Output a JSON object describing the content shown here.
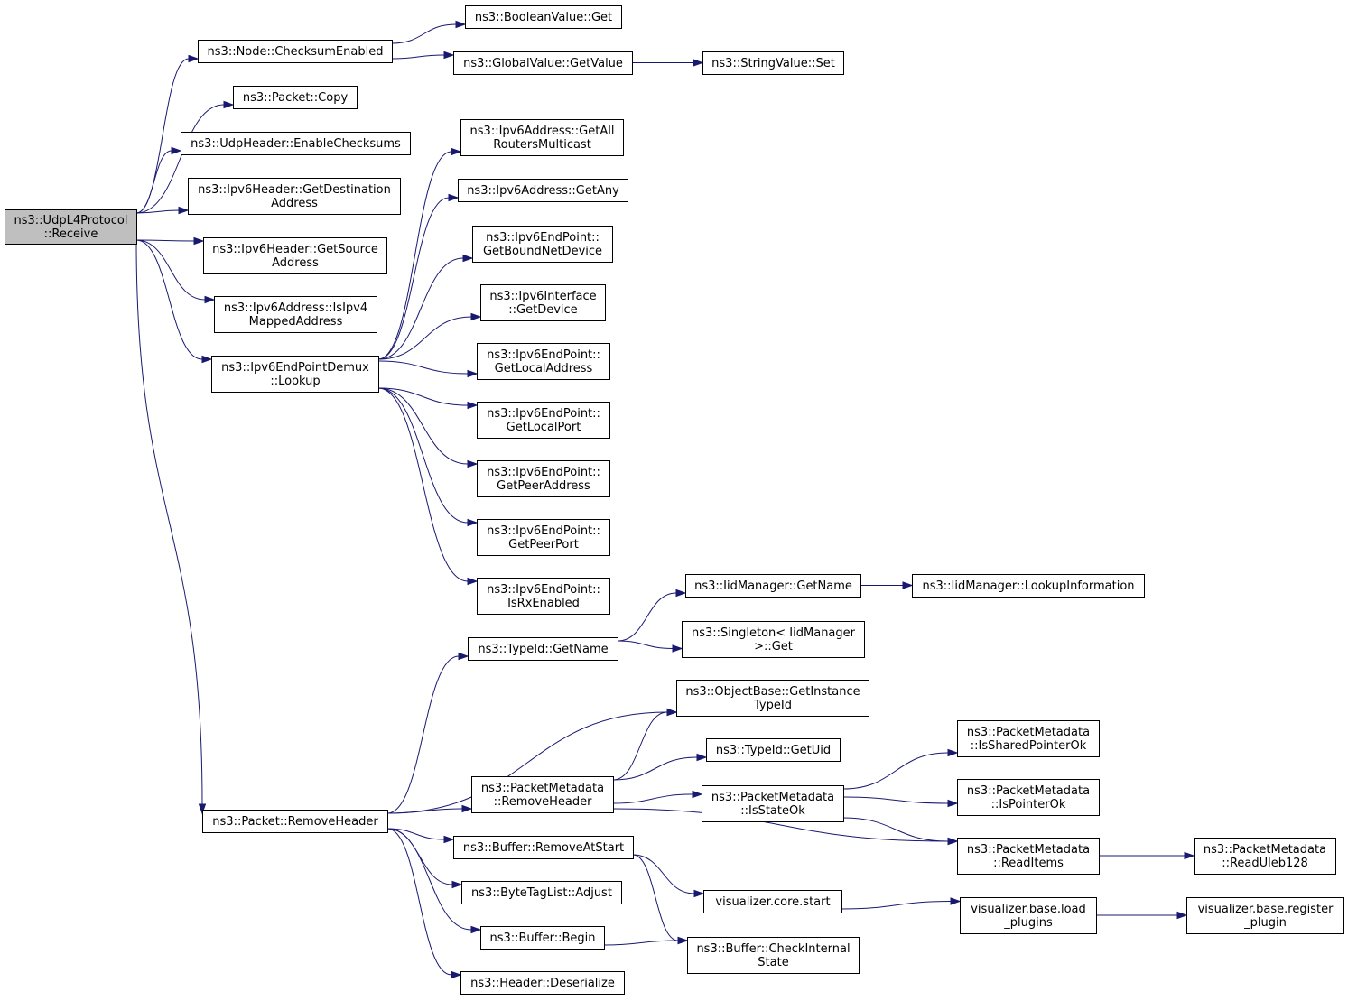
{
  "nodes": [
    {
      "id": "receive",
      "lines": [
        "ns3::UdpL4Protocol",
        "::Receive"
      ],
      "root": true
    },
    {
      "id": "checksumEnabled",
      "lines": [
        "ns3::Node::ChecksumEnabled"
      ]
    },
    {
      "id": "boolGet",
      "lines": [
        "ns3::BooleanValue::Get"
      ]
    },
    {
      "id": "globalGetValue",
      "lines": [
        "ns3::GlobalValue::GetValue"
      ]
    },
    {
      "id": "stringSet",
      "lines": [
        "ns3::StringValue::Set"
      ]
    },
    {
      "id": "packetCopy",
      "lines": [
        "ns3::Packet::Copy"
      ]
    },
    {
      "id": "enableChecksums",
      "lines": [
        "ns3::UdpHeader::EnableChecksums"
      ]
    },
    {
      "id": "getDestAddr",
      "lines": [
        "ns3::Ipv6Header::GetDestination",
        "Address"
      ]
    },
    {
      "id": "getSrcAddr",
      "lines": [
        "ns3::Ipv6Header::GetSource",
        "Address"
      ]
    },
    {
      "id": "isIpv4Mapped",
      "lines": [
        "ns3::Ipv6Address::IsIpv4",
        "MappedAddress"
      ]
    },
    {
      "id": "lookup",
      "lines": [
        "ns3::Ipv6EndPointDemux",
        "::Lookup"
      ]
    },
    {
      "id": "getAllRouters",
      "lines": [
        "ns3::Ipv6Address::GetAll",
        "RoutersMulticast"
      ]
    },
    {
      "id": "getAny",
      "lines": [
        "ns3::Ipv6Address::GetAny"
      ]
    },
    {
      "id": "getBoundNetDevice",
      "lines": [
        "ns3::Ipv6EndPoint::",
        "GetBoundNetDevice"
      ]
    },
    {
      "id": "ifGetDevice",
      "lines": [
        "ns3::Ipv6Interface",
        "::GetDevice"
      ]
    },
    {
      "id": "getLocalAddress",
      "lines": [
        "ns3::Ipv6EndPoint::",
        "GetLocalAddress"
      ]
    },
    {
      "id": "getLocalPort",
      "lines": [
        "ns3::Ipv6EndPoint::",
        "GetLocalPort"
      ]
    },
    {
      "id": "getPeerAddress",
      "lines": [
        "ns3::Ipv6EndPoint::",
        "GetPeerAddress"
      ]
    },
    {
      "id": "getPeerPort",
      "lines": [
        "ns3::Ipv6EndPoint::",
        "GetPeerPort"
      ]
    },
    {
      "id": "isRxEnabled",
      "lines": [
        "ns3::Ipv6EndPoint::",
        "IsRxEnabled"
      ]
    },
    {
      "id": "iidGetName",
      "lines": [
        "ns3::IidManager::GetName"
      ]
    },
    {
      "id": "lookupInformation",
      "lines": [
        "ns3::IidManager::LookupInformation"
      ]
    },
    {
      "id": "typeIdGetName",
      "lines": [
        "ns3::TypeId::GetName"
      ]
    },
    {
      "id": "singletonGet",
      "lines": [
        "ns3::Singleton< IidManager",
        ">::Get"
      ]
    },
    {
      "id": "getInstanceTypeId",
      "lines": [
        "ns3::ObjectBase::GetInstance",
        "TypeId"
      ]
    },
    {
      "id": "getUid",
      "lines": [
        "ns3::TypeId::GetUid"
      ]
    },
    {
      "id": "isSharedPointerOk",
      "lines": [
        "ns3::PacketMetadata",
        "::IsSharedPointerOk"
      ]
    },
    {
      "id": "pmRemoveHeader",
      "lines": [
        "ns3::PacketMetadata",
        "::RemoveHeader"
      ]
    },
    {
      "id": "isStateOk",
      "lines": [
        "ns3::PacketMetadata",
        "::IsStateOk"
      ]
    },
    {
      "id": "isPointerOk",
      "lines": [
        "ns3::PacketMetadata",
        "::IsPointerOk"
      ]
    },
    {
      "id": "pktRemoveHeader",
      "lines": [
        "ns3::Packet::RemoveHeader"
      ]
    },
    {
      "id": "removeAtStart",
      "lines": [
        "ns3::Buffer::RemoveAtStart"
      ]
    },
    {
      "id": "readItems",
      "lines": [
        "ns3::PacketMetadata",
        "::ReadItems"
      ]
    },
    {
      "id": "readUleb128",
      "lines": [
        "ns3::PacketMetadata",
        "::ReadUleb128"
      ]
    },
    {
      "id": "vizStart",
      "lines": [
        "visualizer.core.start"
      ]
    },
    {
      "id": "loadPlugins",
      "lines": [
        "visualizer.base.load",
        "_plugins"
      ]
    },
    {
      "id": "registerPlugin",
      "lines": [
        "visualizer.base.register",
        "_plugin"
      ]
    },
    {
      "id": "byteTagAdjust",
      "lines": [
        "ns3::ByteTagList::Adjust"
      ]
    },
    {
      "id": "bufferBegin",
      "lines": [
        "ns3::Buffer::Begin"
      ]
    },
    {
      "id": "checkInternalState",
      "lines": [
        "ns3::Buffer::CheckInternal",
        "State"
      ]
    },
    {
      "id": "deserialize",
      "lines": [
        "ns3::Header::Deserialize"
      ]
    }
  ],
  "edges": [
    [
      "receive",
      "checksumEnabled"
    ],
    [
      "receive",
      "packetCopy"
    ],
    [
      "receive",
      "enableChecksums"
    ],
    [
      "receive",
      "getDestAddr"
    ],
    [
      "receive",
      "getSrcAddr"
    ],
    [
      "receive",
      "isIpv4Mapped"
    ],
    [
      "receive",
      "lookup"
    ],
    [
      "receive",
      "pktRemoveHeader"
    ],
    [
      "checksumEnabled",
      "boolGet"
    ],
    [
      "checksumEnabled",
      "globalGetValue"
    ],
    [
      "globalGetValue",
      "stringSet"
    ],
    [
      "lookup",
      "getAllRouters"
    ],
    [
      "lookup",
      "getAny"
    ],
    [
      "lookup",
      "getBoundNetDevice"
    ],
    [
      "lookup",
      "ifGetDevice"
    ],
    [
      "lookup",
      "getLocalAddress"
    ],
    [
      "lookup",
      "getLocalPort"
    ],
    [
      "lookup",
      "getPeerAddress"
    ],
    [
      "lookup",
      "getPeerPort"
    ],
    [
      "lookup",
      "isRxEnabled"
    ],
    [
      "pktRemoveHeader",
      "typeIdGetName"
    ],
    [
      "pktRemoveHeader",
      "getInstanceTypeId"
    ],
    [
      "pktRemoveHeader",
      "pmRemoveHeader"
    ],
    [
      "pktRemoveHeader",
      "removeAtStart"
    ],
    [
      "pktRemoveHeader",
      "byteTagAdjust"
    ],
    [
      "pktRemoveHeader",
      "bufferBegin"
    ],
    [
      "pktRemoveHeader",
      "deserialize"
    ],
    [
      "typeIdGetName",
      "iidGetName"
    ],
    [
      "typeIdGetName",
      "singletonGet"
    ],
    [
      "iidGetName",
      "lookupInformation"
    ],
    [
      "pmRemoveHeader",
      "getInstanceTypeId"
    ],
    [
      "pmRemoveHeader",
      "getUid"
    ],
    [
      "pmRemoveHeader",
      "isStateOk"
    ],
    [
      "pmRemoveHeader",
      "readItems"
    ],
    [
      "isStateOk",
      "isSharedPointerOk"
    ],
    [
      "isStateOk",
      "isPointerOk"
    ],
    [
      "isStateOk",
      "readItems"
    ],
    [
      "readItems",
      "readUleb128"
    ],
    [
      "removeAtStart",
      "vizStart"
    ],
    [
      "removeAtStart",
      "checkInternalState"
    ],
    [
      "vizStart",
      "loadPlugins"
    ],
    [
      "loadPlugins",
      "registerPlugin"
    ],
    [
      "bufferBegin",
      "checkInternalState"
    ]
  ]
}
